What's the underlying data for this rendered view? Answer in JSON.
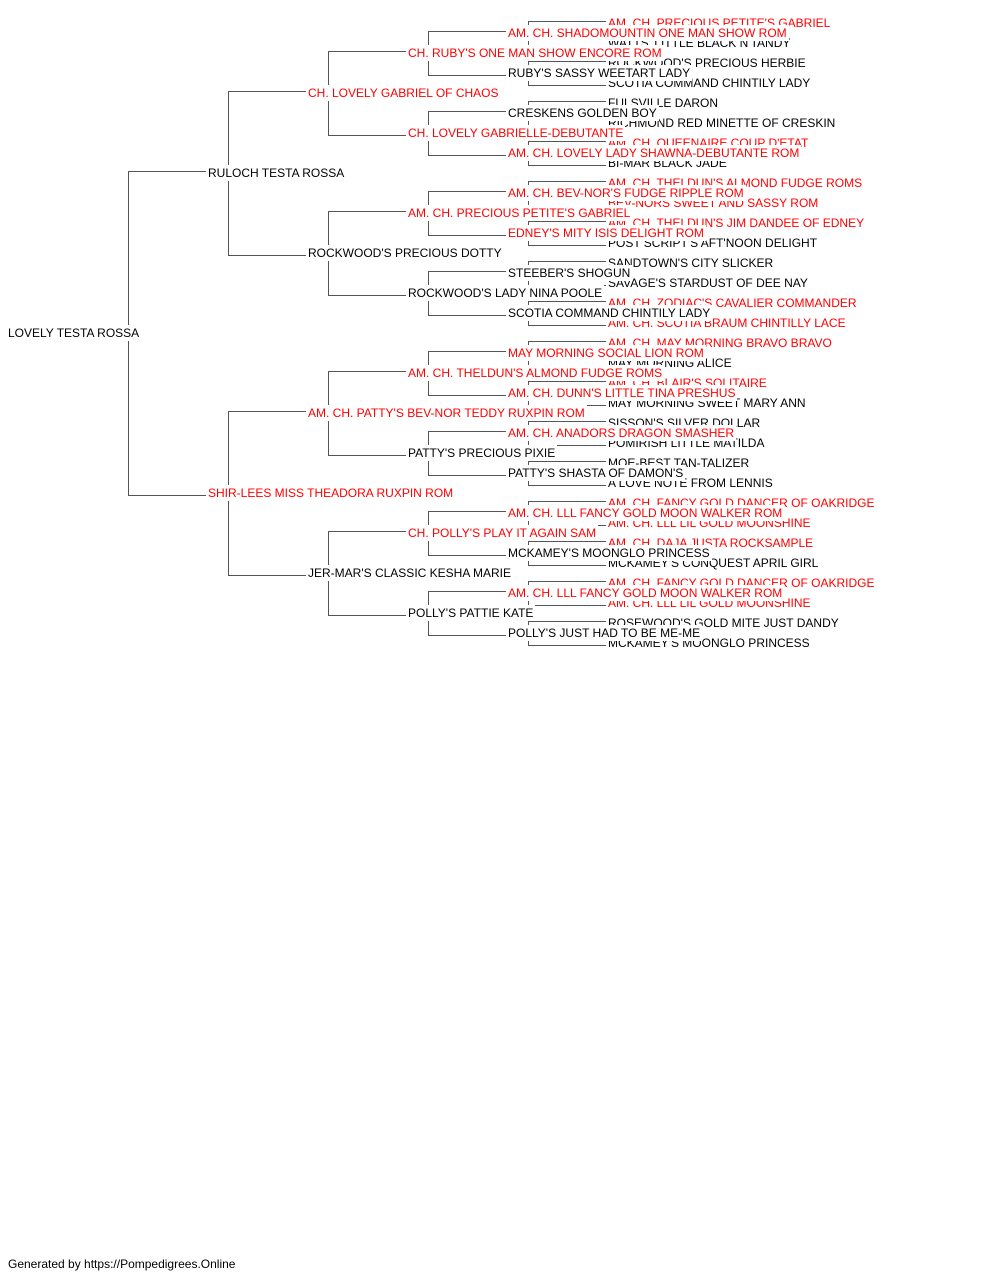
{
  "colors": {
    "champion": "#ff0000",
    "regular": "#000000",
    "line": "#555555"
  },
  "pedigree": {
    "name": "LOVELY TESTA ROSSA",
    "champion": false,
    "sire": {
      "name": "RULOCH TESTA ROSSA",
      "champion": false,
      "sire": {
        "name": "CH. LOVELY GABRIEL OF CHAOS",
        "champion": true,
        "sire": {
          "name": "CH. RUBY'S ONE MAN SHOW ENCORE ROM",
          "champion": true,
          "sire": {
            "name": "AM. CH. SHADOMOUNTIN ONE MAN SHOW ROM",
            "champion": true,
            "sire": {
              "name": "AM. CH. PRECIOUS PETITE'S GABRIEL",
              "champion": true
            },
            "dam": {
              "name": "WATTS' LITTLE BLACK N'TANDY",
              "champion": false
            }
          },
          "dam": {
            "name": "RUBY'S SASSY WEETART LADY",
            "champion": false,
            "sire": {
              "name": "ROCKWOOD'S PRECIOUS HERBIE",
              "champion": false
            },
            "dam": {
              "name": "SCOTIA COMMAND CHINTILY LADY",
              "champion": false
            }
          }
        },
        "dam": {
          "name": "CH. LOVELY GABRIELLE-DEBUTANTE",
          "champion": true,
          "sire": {
            "name": "CRESKENS GOLDEN BOY",
            "champion": false,
            "sire": {
              "name": "FULSVILLE DARON",
              "champion": false
            },
            "dam": {
              "name": "RICHMOND RED MINETTE OF CRESKIN",
              "champion": false
            }
          },
          "dam": {
            "name": "AM. CH. LOVELY LADY SHAWNA-DEBUTANTE ROM",
            "champion": true,
            "sire": {
              "name": "AM. CH. QUEENAIRE COUP D'ETAT",
              "champion": true
            },
            "dam": {
              "name": "BI-MAR BLACK JADE",
              "champion": false
            }
          }
        }
      },
      "dam": {
        "name": "ROCKWOOD'S PRECIOUS DOTTY",
        "champion": false,
        "sire": {
          "name": "AM. CH. PRECIOUS PETITE'S GABRIEL",
          "champion": true,
          "sire": {
            "name": "AM. CH. BEV-NOR'S FUDGE RIPPLE ROM",
            "champion": true,
            "sire": {
              "name": "AM. CH. THELDUN'S ALMOND FUDGE ROMS",
              "champion": true
            },
            "dam": {
              "name": "BEV-NORS SWEET AND SASSY ROM",
              "champion": true
            }
          },
          "dam": {
            "name": "EDNEY'S MITY ISIS DELIGHT ROM",
            "champion": true,
            "sire": {
              "name": "AM. CH. THELDUN'S JIM DANDEE OF EDNEY",
              "champion": true
            },
            "dam": {
              "name": "POST SCRIPT'S AFT'NOON DELIGHT",
              "champion": false
            }
          }
        },
        "dam": {
          "name": "ROCKWOOD'S LADY NINA POOLE",
          "champion": false,
          "sire": {
            "name": "STEEBER'S SHOGUN",
            "champion": false,
            "sire": {
              "name": "SANDTOWN'S CITY SLICKER",
              "champion": false
            },
            "dam": {
              "name": "SAVAGE'S STARDUST OF DEE NAY",
              "champion": false
            }
          },
          "dam": {
            "name": "SCOTIA COMMAND CHINTILY LADY",
            "champion": false,
            "sire": {
              "name": "AM. CH. ZODIAC'S CAVALIER COMMANDER",
              "champion": true
            },
            "dam": {
              "name": "AM. CH. SCOTIA BRAUM CHINTILLY LACE",
              "champion": true
            }
          }
        }
      }
    },
    "dam": {
      "name": "SHIR-LEES MISS THEADORA RUXPIN ROM",
      "champion": true,
      "sire": {
        "name": "AM. CH. PATTY'S BEV-NOR TEDDY RUXPIN ROM",
        "champion": true,
        "sire": {
          "name": "AM. CH. THELDUN'S ALMOND FUDGE ROMS",
          "champion": true,
          "sire": {
            "name": "MAY MORNING SOCIAL LION ROM",
            "champion": true,
            "sire": {
              "name": "AM. CH. MAY MORNING BRAVO BRAVO",
              "champion": true
            },
            "dam": {
              "name": "MAY MORNING ALICE",
              "champion": false
            }
          },
          "dam": {
            "name": "AM. CH. DUNN'S LITTLE TINA PRESHUS",
            "champion": true,
            "sire": {
              "name": "AM. CH. BLAIR'S SOLITAIRE",
              "champion": true
            },
            "dam": {
              "name": "MAY MORNING SWEET MARY ANN",
              "champion": false
            }
          }
        },
        "dam": {
          "name": "PATTY'S PRECIOUS PIXIE",
          "champion": false,
          "sire": {
            "name": "AM. CH. ANADORS DRAGON SMASHER",
            "champion": true,
            "sire": {
              "name": "SISSON'S SILVER DOLLAR",
              "champion": false
            },
            "dam": {
              "name": "POMIRISH LITTLE MATILDA",
              "champion": false
            }
          },
          "dam": {
            "name": "PATTY'S SHASTA OF DAMON'S",
            "champion": false,
            "sire": {
              "name": "MOE-BEST TAN-TALIZER",
              "champion": false
            },
            "dam": {
              "name": "A LOVE NOTE FROM LENNIS",
              "champion": false
            }
          }
        }
      },
      "dam": {
        "name": "JER-MAR'S CLASSIC KESHA MARIE",
        "champion": false,
        "sire": {
          "name": "CH. POLLY'S PLAY IT AGAIN SAM",
          "champion": true,
          "sire": {
            "name": "AM. CH. LLL FANCY GOLD MOON WALKER ROM",
            "champion": true,
            "sire": {
              "name": "AM. CH. FANCY GOLD DANCER OF OAKRIDGE",
              "champion": true
            },
            "dam": {
              "name": "AM. CH. LLL LIL GOLD MOONSHINE",
              "champion": true
            }
          },
          "dam": {
            "name": "MCKAMEY'S MOONGLO PRINCESS",
            "champion": false,
            "sire": {
              "name": "AM. CH. DAJA JUSTA ROCKSAMPLE",
              "champion": true
            },
            "dam": {
              "name": "MCKAMEY'S CONQUEST APRIL GIRL",
              "champion": false
            }
          }
        },
        "dam": {
          "name": "POLLY'S PATTIE KATE",
          "champion": false,
          "sire": {
            "name": "AM. CH. LLL FANCY GOLD MOON WALKER ROM",
            "champion": true,
            "sire": {
              "name": "AM. CH. FANCY GOLD DANCER OF OAKRIDGE",
              "champion": true
            },
            "dam": {
              "name": "AM. CH. LLL LIL GOLD MOONSHINE",
              "champion": true
            }
          },
          "dam": {
            "name": "POLLY'S JUST HAD TO BE ME-ME",
            "champion": false,
            "sire": {
              "name": "ROSEWOOD'S GOLD MITE JUST DANDY",
              "champion": false
            },
            "dam": {
              "name": "MCKAMEY'S MOONGLO PRINCESS",
              "champion": false
            }
          }
        }
      }
    }
  },
  "footer": {
    "text": "Generated by https://Pompedigrees.Online"
  }
}
